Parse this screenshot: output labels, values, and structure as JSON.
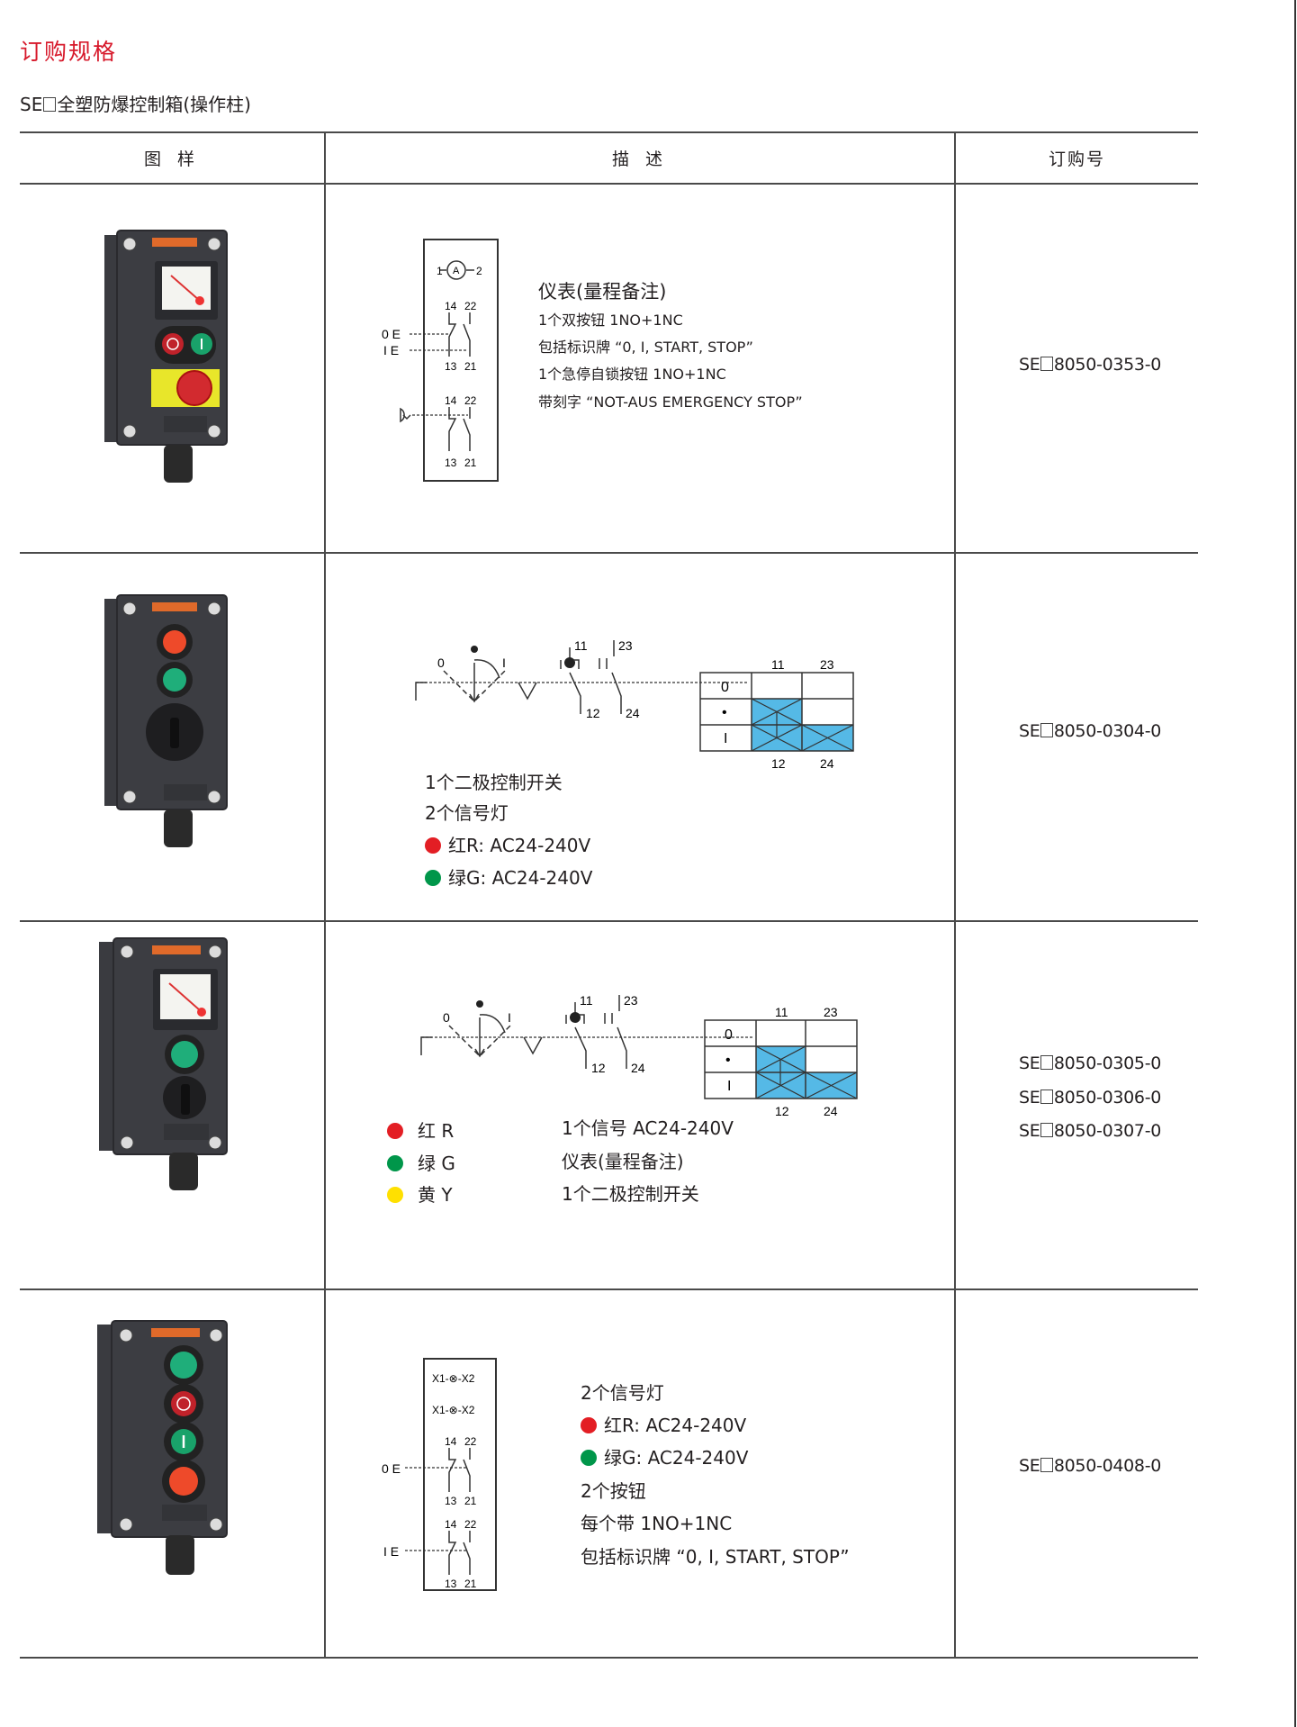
{
  "page": {
    "title": "订购规格",
    "subtitle_prefix": "SE",
    "subtitle_suffix": "全塑防爆控制箱(操作柱)"
  },
  "colors": {
    "title_red": "#d7192b",
    "lamp_red": "#e31e24",
    "lamp_green": "#00964a",
    "lamp_yellow": "#ffe000",
    "matrix_blue": "#55b9e6"
  },
  "table": {
    "headers": [
      "图 样",
      "描 述",
      "订购号"
    ],
    "rows": [
      {
        "image_alt": "control-box-meter-buttons-estop",
        "diagram": {
          "meter": {
            "left": "1",
            "symbol": "A",
            "right": "2"
          },
          "contacts_top": {
            "t14": "14",
            "t22": "22",
            "t13": "13",
            "t21": "21"
          },
          "labels": {
            "zero": "0 E",
            "one": "I E"
          },
          "contacts_bottom": {
            "t14": "14",
            "t22": "22",
            "t13": "13",
            "t21": "21"
          }
        },
        "lines": [
          "仪表(量程备注)",
          "1个双按钮   1NO+1NC",
          "包括标识牌 “0, I, START, STOP”",
          "1个急停自锁按钮 1NO+1NC",
          "带刻字 “NOT-AUS EMERGENCY STOP”"
        ],
        "orders": [
          "8050-0353-0"
        ]
      },
      {
        "image_alt": "control-box-two-lamps-selector",
        "switch": {
          "pos0": "0",
          "pos1": "I",
          "c11": "11",
          "c23": "23",
          "c12": "12",
          "c24": "24"
        },
        "matrix": {
          "col_top": [
            "11",
            "23"
          ],
          "col_bottom": [
            "12",
            "24"
          ],
          "row_labels": [
            "0",
            "•",
            "I"
          ]
        },
        "lines": [
          "1个二极控制开关",
          "2个信号灯"
        ],
        "lamps": [
          {
            "color": "red",
            "label": "红R: AC24-240V"
          },
          {
            "color": "green",
            "label": "绿G: AC24-240V"
          }
        ],
        "orders": [
          "8050-0304-0"
        ]
      },
      {
        "image_alt": "control-box-meter-lamp-selector",
        "switch": {
          "pos0": "0",
          "pos1": "I",
          "c11": "11",
          "c23": "23",
          "c12": "12",
          "c24": "24"
        },
        "matrix": {
          "col_top": [
            "11",
            "23"
          ],
          "col_bottom": [
            "12",
            "24"
          ],
          "row_labels": [
            "0",
            "•",
            "I"
          ]
        },
        "lamps": [
          {
            "color": "red",
            "label": "红 R"
          },
          {
            "color": "green",
            "label": "绿 G"
          },
          {
            "color": "yellow",
            "label": "黄 Y"
          }
        ],
        "lines": [
          "1个信号 AC24-240V",
          "仪表(量程备注)",
          "1个二极控制开关"
        ],
        "orders": [
          "8050-0305-0",
          "8050-0306-0",
          "8050-0307-0"
        ]
      },
      {
        "image_alt": "control-box-two-lamps-two-buttons",
        "diagram": {
          "lamp1": "X1-⊗-X2",
          "lamp2": "X1-⊗-X2",
          "contacts_a": {
            "t14": "14",
            "t22": "22",
            "t13": "13",
            "t21": "21"
          },
          "contacts_b": {
            "t14": "14",
            "t22": "22",
            "t13": "13",
            "t21": "21"
          },
          "labels": {
            "zero": "0 E",
            "one": "I E"
          }
        },
        "lines_top": [
          "2个信号灯"
        ],
        "lamps": [
          {
            "color": "red",
            "label": "红R: AC24-240V"
          },
          {
            "color": "green",
            "label": "绿G: AC24-240V"
          }
        ],
        "lines_bottom": [
          "2个按钮",
          "每个带   1NO+1NC",
          "包括标识牌 “0, I, START, STOP”"
        ],
        "orders": [
          "8050-0408-0"
        ]
      }
    ],
    "order_prefix": "SE"
  }
}
